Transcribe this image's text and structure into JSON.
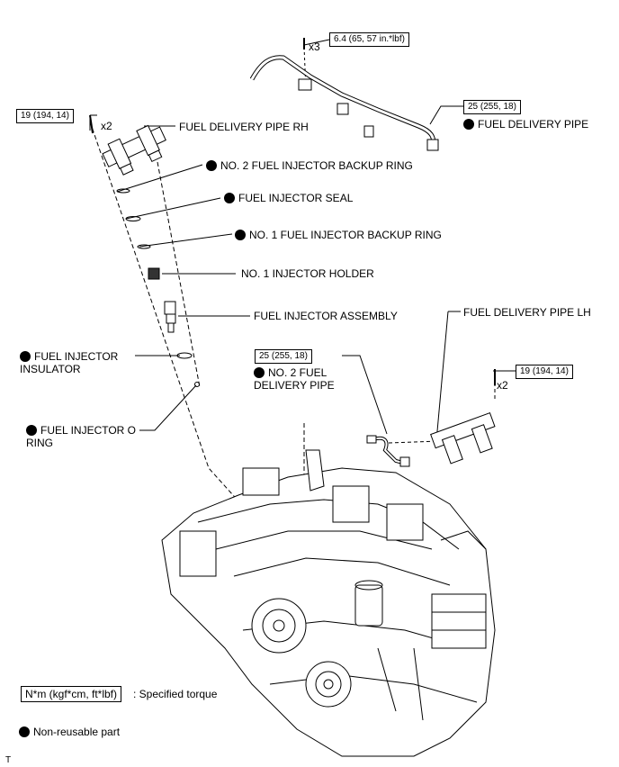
{
  "parts": {
    "fuel_delivery_pipe_rh": "FUEL DELIVERY PIPE RH",
    "no2_fuel_injector_backup_ring": "NO. 2 FUEL INJECTOR BACKUP RING",
    "fuel_injector_seal": "FUEL INJECTOR SEAL",
    "no1_fuel_injector_backup_ring": "NO. 1 FUEL INJECTOR BACKUP RING",
    "no1_injector_holder": "NO. 1 INJECTOR HOLDER",
    "fuel_injector_assembly": "FUEL INJECTOR ASSEMBLY",
    "fuel_injector_insulator": "FUEL INJECTOR INSULATOR",
    "fuel_injector_o_ring": "FUEL INJECTOR O RING",
    "fuel_delivery_pipe": "FUEL DELIVERY PIPE",
    "fuel_delivery_pipe_lh": "FUEL DELIVERY PIPE LH",
    "no2_fuel_delivery_pipe": "NO. 2 FUEL DELIVERY PIPE"
  },
  "torques": {
    "bolt_top": "6.4 (65, 57 in.*lbf)",
    "pipe_right": "25 (255, 18)",
    "rh_bolt": "19 (194, 14)",
    "no2_pipe": "25 (255, 18)",
    "lh_bolt": "19 (194, 14)"
  },
  "quantities": {
    "top_bolts": "x3",
    "rh_bolts": "x2",
    "lh_bolts": "x2"
  },
  "legend": {
    "torque_unit": "N*m (kgf*cm, ft*lbf)",
    "torque_desc": ": Specified torque",
    "non_reusable": "Non-reusable part"
  },
  "corner_mark": "T"
}
